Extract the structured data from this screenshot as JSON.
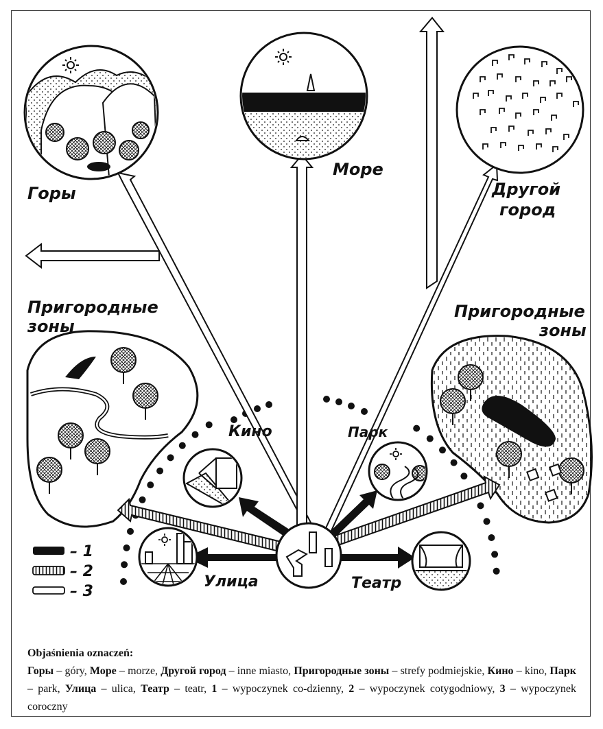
{
  "labels": {
    "gory": "Горы",
    "more": "Море",
    "drugoy_line1": "Другой",
    "drugoy_line2": "город",
    "prigorod_left_line1": "Пригородные",
    "prigorod_left_line2": "зоны",
    "prigorod_right_line1": "Пригородные",
    "prigorod_right_line2": "зоны",
    "kino": "Кино",
    "park": "Парк",
    "ulica": "Улица",
    "teatr": "Театр"
  },
  "legend": {
    "item1": "– 1",
    "item2": "– 2",
    "item3": "– 3"
  },
  "caption": {
    "title": "Objaśnienia oznaczeń:",
    "entries": [
      {
        "term": "Горы",
        "sep": " – ",
        "desc": "góry, "
      },
      {
        "term": "Море",
        "sep": " – ",
        "desc": "morze, "
      },
      {
        "term": "Другой город",
        "sep": " – ",
        "desc": "inne miasto, "
      },
      {
        "term": "Пригородные зоны",
        "sep": " – ",
        "desc": "strefy podmiejskie, "
      },
      {
        "term": "Кино",
        "sep": " – ",
        "desc": "kino, "
      },
      {
        "term": "Парк",
        "sep": " – ",
        "desc": "park, "
      },
      {
        "term": "Улица",
        "sep": " – ",
        "desc": "ulica, "
      },
      {
        "term": "Театр",
        "sep": " – ",
        "desc": "teatr, "
      },
      {
        "term": "1",
        "sep": " – ",
        "desc": "wypoczynek co-dzienny, "
      },
      {
        "term": "2",
        "sep": " – ",
        "desc": "wypoczynek cotygodniowy, "
      },
      {
        "term": "3",
        "sep": " – ",
        "desc": "wypoczynek coroczny"
      }
    ]
  }
}
